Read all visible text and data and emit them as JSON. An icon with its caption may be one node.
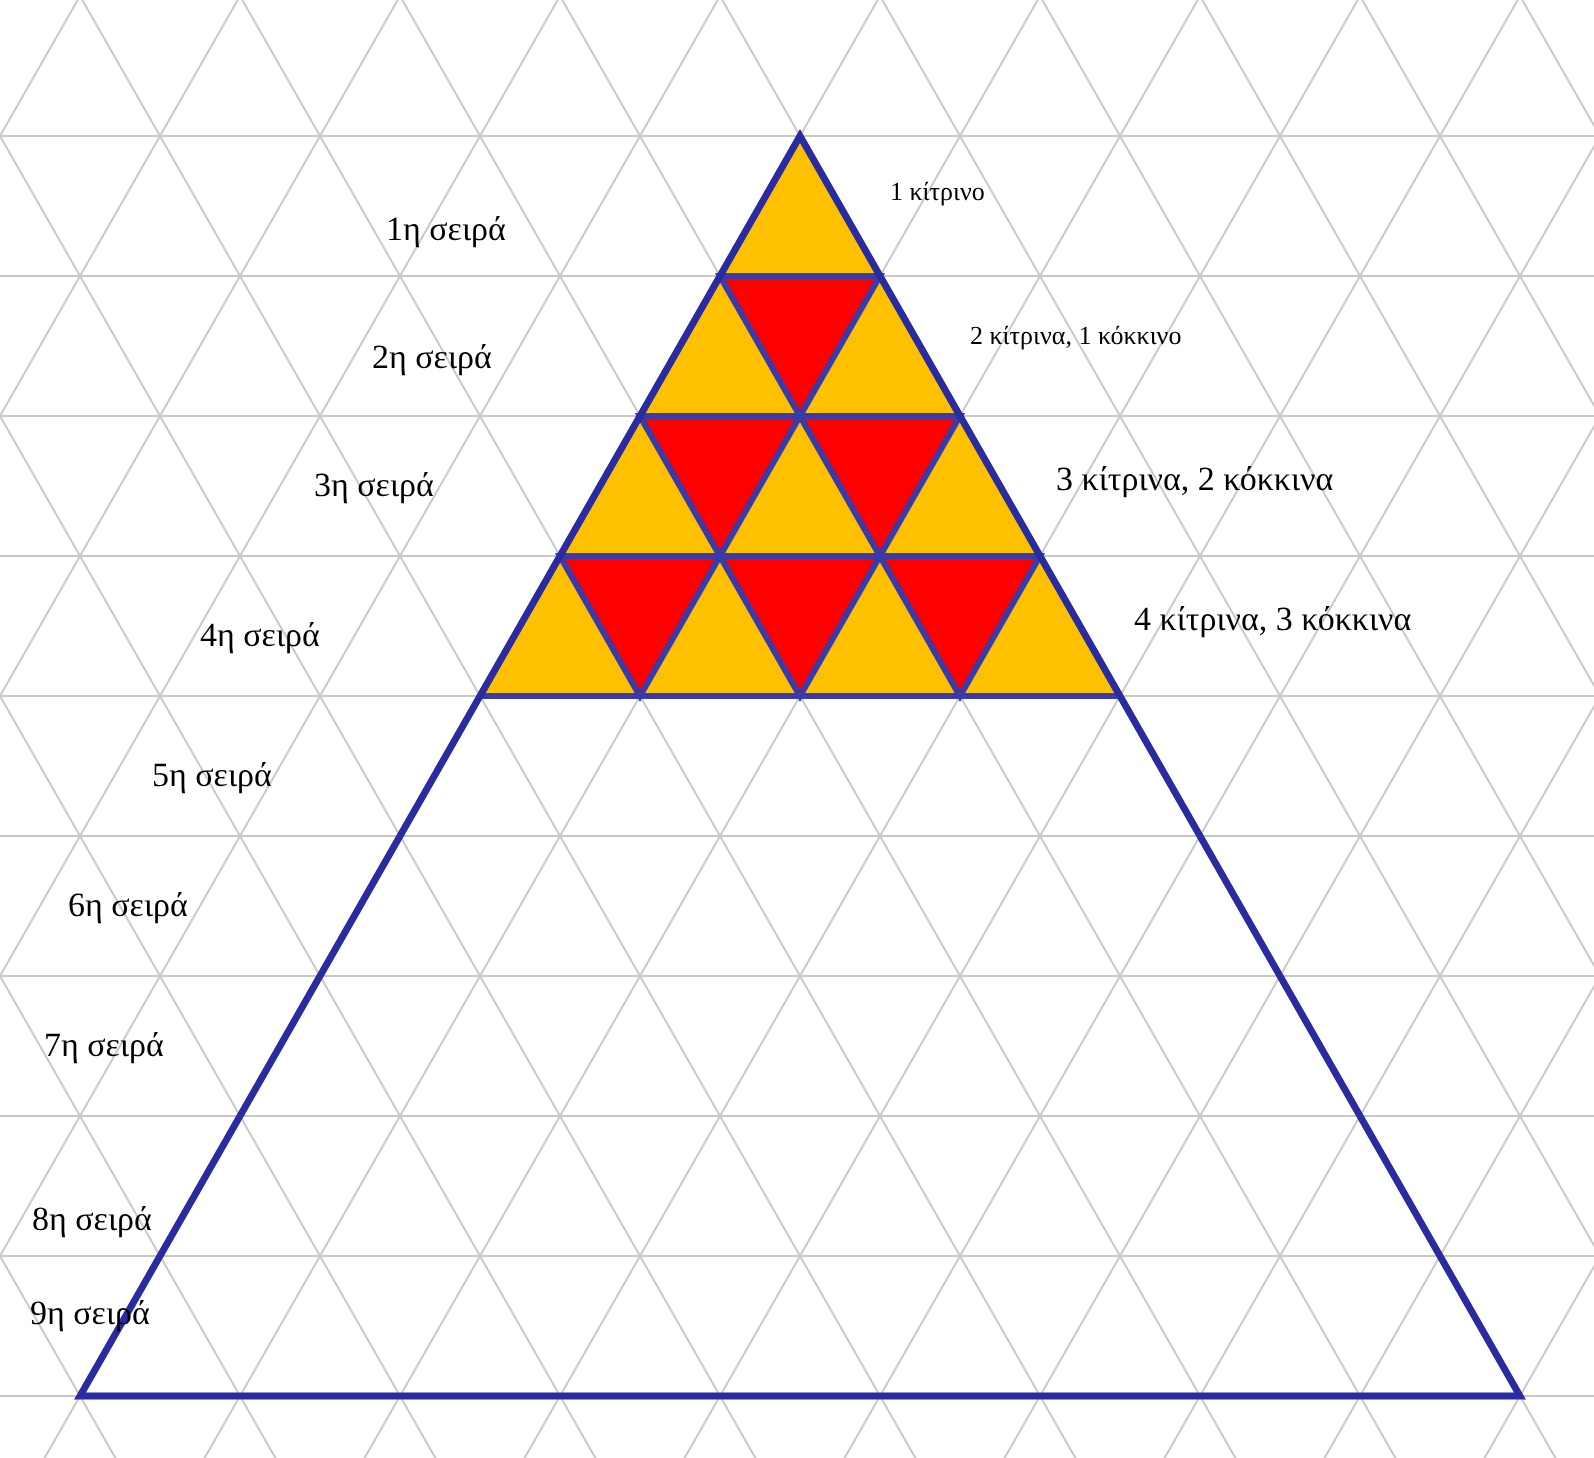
{
  "diagram": {
    "labels": [
      "1η σειρά",
      "1 κίτρινο",
      "2η σειρά",
      "2 κίτρινα, 1 κόκκινο",
      "3η σειρά",
      "3 κίτρινα, 2 κόκκινα",
      "4η σειρά",
      "4 κίτρινα, 3 κόκκινα",
      "5η σειρά",
      "6η σειρά",
      "7η σειρά",
      "8η σειρά",
      "9η σειρά"
    ]
  }
}
